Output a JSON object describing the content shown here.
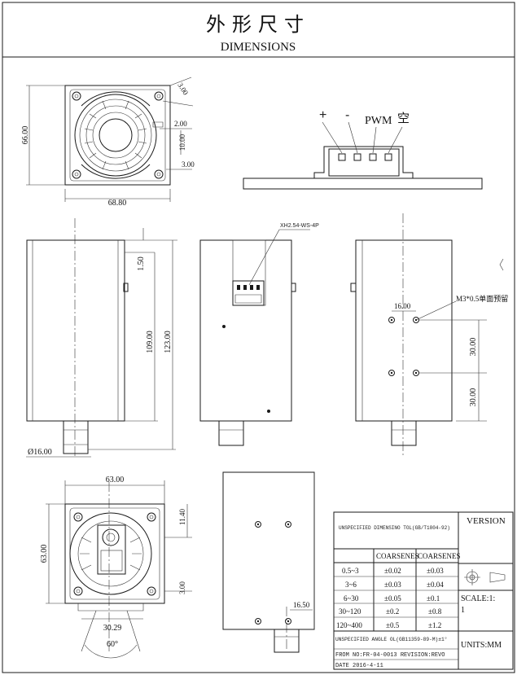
{
  "title": {
    "chinese": "外形尺寸",
    "english": "DIMENSIONS"
  },
  "top_view": {
    "dims": {
      "height": "66.00",
      "width": "68.80",
      "angle_gap": "3.00",
      "d1": "2.00",
      "d2": "10.00",
      "d3": "3.00"
    }
  },
  "connector_view": {
    "labels": {
      "plus": "+",
      "minus": "-",
      "pwm": "PWM",
      "empty": "空"
    }
  },
  "side_left": {
    "dims": {
      "a": "1.50",
      "b": "109.00",
      "c": "123.00",
      "d": "Ø16.00"
    }
  },
  "side_middle": {
    "connector_label": "XH2.54-WS-4P"
  },
  "side_right": {
    "hole_label": "M3*0.5单面预留",
    "dims": {
      "a": "16.00",
      "b": "30.00",
      "c": "30.00"
    }
  },
  "bottom_view": {
    "dims": {
      "width": "63.00",
      "height": "63.00",
      "e": "11.40",
      "f": "3.00",
      "g": "30.29",
      "angle": "60°"
    }
  },
  "bottom_right_view": {
    "dims": {
      "a": "16.50"
    }
  },
  "title_block": {
    "header": "UNSPECIFIED DIMENSINO TOL(GB/T1804-92)",
    "col1": "COARSENES",
    "col2": "COARSENES",
    "rows": [
      {
        "range": "0.5~3",
        "c1": "±0.02",
        "c2": "±0.03"
      },
      {
        "range": "3~6",
        "c1": "±0.03",
        "c2": "±0.04"
      },
      {
        "range": "6~30",
        "c1": "±0.05",
        "c2": "±0.1"
      },
      {
        "range": "30~120",
        "c1": "±0.2",
        "c2": "±0.8"
      },
      {
        "range": "120~400",
        "c1": "±0.5",
        "c2": "±1.2"
      }
    ],
    "angle_tol": "UNSPECIFIED ANGLE OL(GB11359-89-M)±1°",
    "from_no": "FROM NO:FR-04-0013 REVISION:REVO",
    "date": "DATE 2016-4-11",
    "version": "VERSION",
    "scale": "SCALE:1:",
    "scale_value": "1",
    "units": "UNITS:MM"
  }
}
